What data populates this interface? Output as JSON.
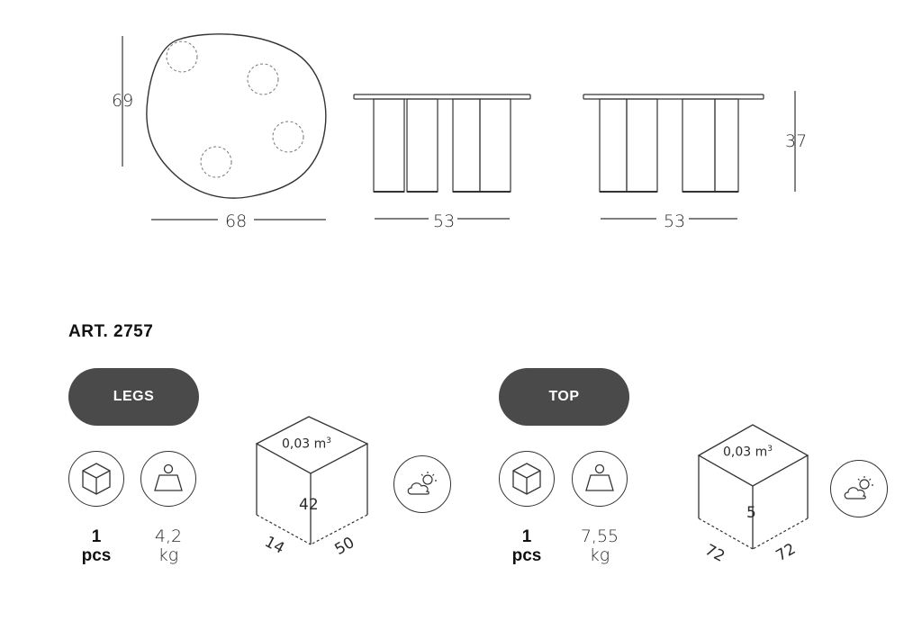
{
  "dimensions": {
    "top_view": {
      "height": "69",
      "width": "68"
    },
    "front_view": {
      "width": "53"
    },
    "side_view": {
      "width": "53",
      "height": "37"
    }
  },
  "article": {
    "label": "ART. 2757"
  },
  "packages": [
    {
      "name": "LEGS",
      "quantity": "1",
      "quantity_unit": "pcs",
      "weight": "4,2",
      "weight_unit": "kg",
      "volume": "0,03 m",
      "volume_exp": "3",
      "box_height": "42",
      "box_depth": "14",
      "box_width": "50",
      "icons": [
        "box-icon",
        "weight-icon",
        "weather-icon"
      ]
    },
    {
      "name": "TOP",
      "quantity": "1",
      "quantity_unit": "pcs",
      "weight": "7,55",
      "weight_unit": "kg",
      "volume": "0,03 m",
      "volume_exp": "3",
      "box_height": "5",
      "box_depth": "72",
      "box_width": "72",
      "icons": [
        "box-icon",
        "weight-icon",
        "weather-icon"
      ]
    }
  ],
  "colors": {
    "pill": "#4a4a4a",
    "line": "#333333"
  }
}
